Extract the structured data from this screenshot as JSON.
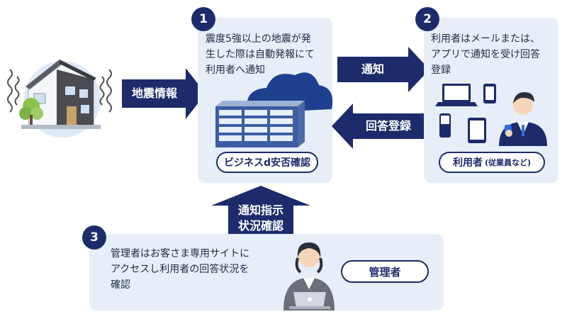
{
  "arrows": {
    "earthquake_info": "地震情報",
    "notify": "通知",
    "answer_register": "回答登録",
    "instruct_status": "通知指示\n状況確認"
  },
  "step1": {
    "number": "1",
    "text_line1": "震度5強以上の地震が発",
    "text_line2": "生した際は自動発報にて",
    "text_line3": "利用者へ通知",
    "pill": "ビジネスd安否確認"
  },
  "step2": {
    "number": "2",
    "text_line1": "利用者はメールまたは、",
    "text_line2": "アプリで通知を受け回答",
    "text_line3": "登録",
    "pill_main": "利用者",
    "pill_sub": "(従業員など)"
  },
  "step3": {
    "number": "3",
    "text_line1": "管理者はお客さま専用サイトに",
    "text_line2": "アクセスし利用者の回答状況を",
    "text_line3": "確認",
    "pill": "管理者"
  },
  "colors": {
    "navy": "#1d2b6b",
    "panel": "#e7eef8",
    "cloud": "#1f3f8f"
  }
}
